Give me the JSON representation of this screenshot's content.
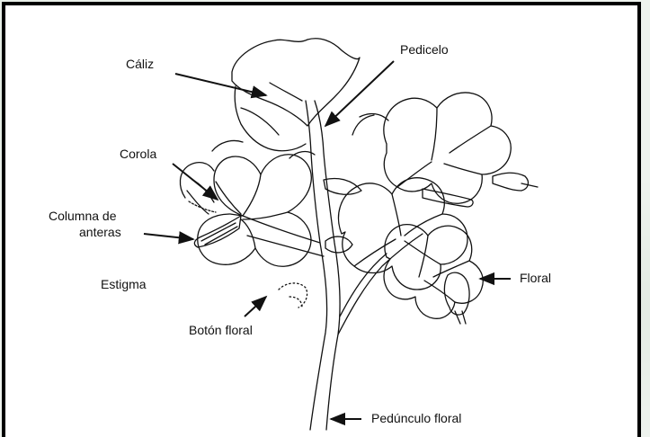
{
  "diagram": {
    "labels": {
      "caliz": "Cáliz",
      "pedicelo": "Pedicelo",
      "corola": "Corola",
      "columna_line1": "Columna de",
      "columna_line2": "anteras",
      "estigma": "Estigma",
      "boton_floral": "Botón floral",
      "floral": "Floral",
      "peduncolo_floral": "Pedúnculo floral"
    },
    "colors": {
      "ink": "#111111",
      "paper": "#ffffff",
      "border": "#000000"
    }
  }
}
